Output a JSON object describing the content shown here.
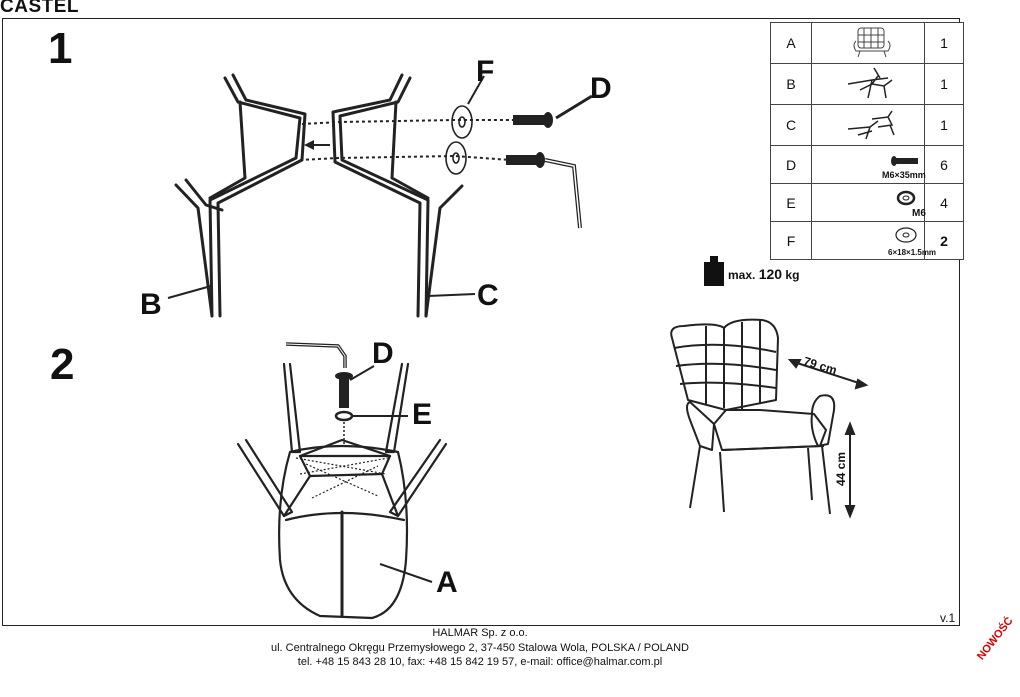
{
  "doc": {
    "title": "CASTEL",
    "version": "v.1",
    "badge": "NOWOŚĆ"
  },
  "steps": {
    "step1_number": "1",
    "step2_number": "2"
  },
  "labels": {
    "s1_F": "F",
    "s1_D": "D",
    "s1_B": "B",
    "s1_C": "C",
    "s2_D": "D",
    "s2_E": "E",
    "s2_A": "A"
  },
  "parts": [
    {
      "letter": "A",
      "qty": "1"
    },
    {
      "letter": "B",
      "qty": "1"
    },
    {
      "letter": "C",
      "qty": "1"
    },
    {
      "letter": "D",
      "qty": "6",
      "spec": "M6×35mm"
    },
    {
      "letter": "E",
      "qty": "4",
      "spec": "M6"
    },
    {
      "letter": "F",
      "qty": "2",
      "spec": "6×18×1.5mm"
    }
  ],
  "capacity": {
    "prefix": "max.",
    "value": "120",
    "unit": "kg"
  },
  "dimensions": {
    "depth": "79 cm",
    "seat_height": "44 cm"
  },
  "footer": {
    "company": "HALMAR Sp. z o.o.",
    "address": "ul. Centralnego Okręgu Przemysłowego 2, 37-450 Stalowa Wola, POLSKA / POLAND",
    "contact": "tel. +48 15 843 28 10, fax: +48 15 842 19 57, e-mail: office@halmar.com.pl"
  },
  "icons": [
    "weight-icon",
    "bolt-icon",
    "spring-washer-icon",
    "flat-washer-icon",
    "allen-key-icon",
    "armchair-icon",
    "leg-frame-icon"
  ]
}
